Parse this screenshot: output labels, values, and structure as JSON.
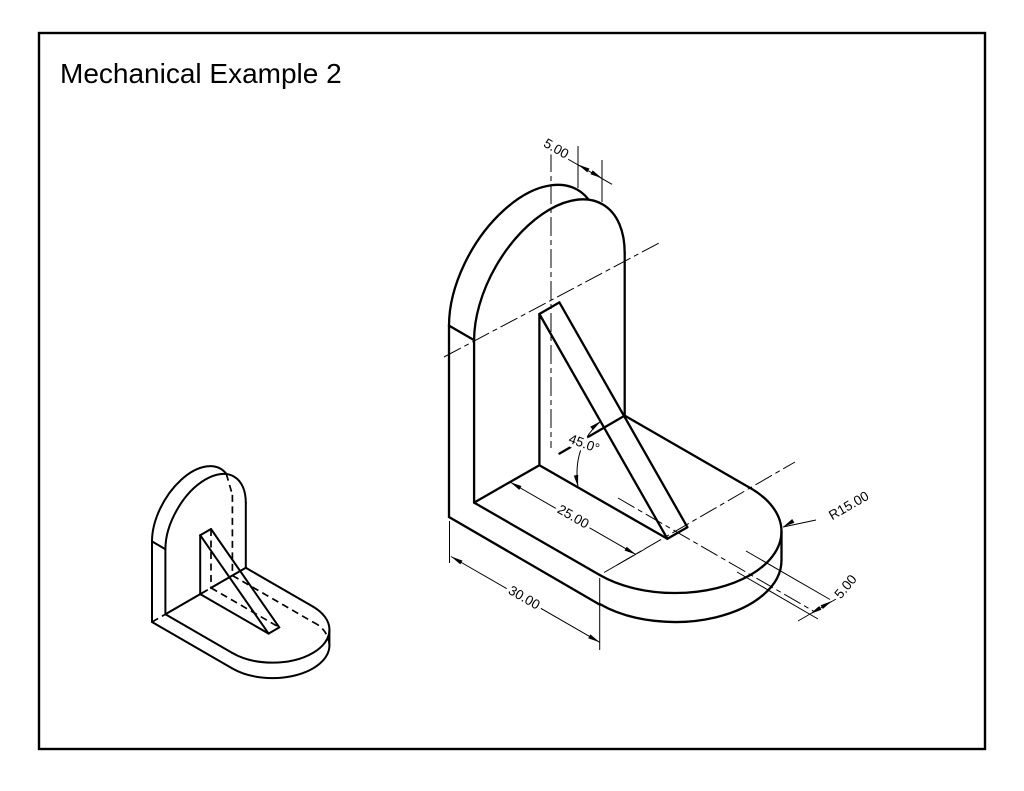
{
  "title": "Mechanical Example 2",
  "colors": {
    "background": "#ffffff",
    "line": "#000000",
    "border": "#000000"
  },
  "views": {
    "small": {
      "description": "small isometric view with hidden lines"
    },
    "large": {
      "description": "large dimensioned isometric view"
    }
  },
  "dimensions": {
    "wall_thickness": "5.00",
    "rib_angle": "45.0°",
    "base_inner_length": "25.00",
    "base_length": "30.00",
    "end_radius": "R15.00",
    "base_thickness": "5.00"
  }
}
